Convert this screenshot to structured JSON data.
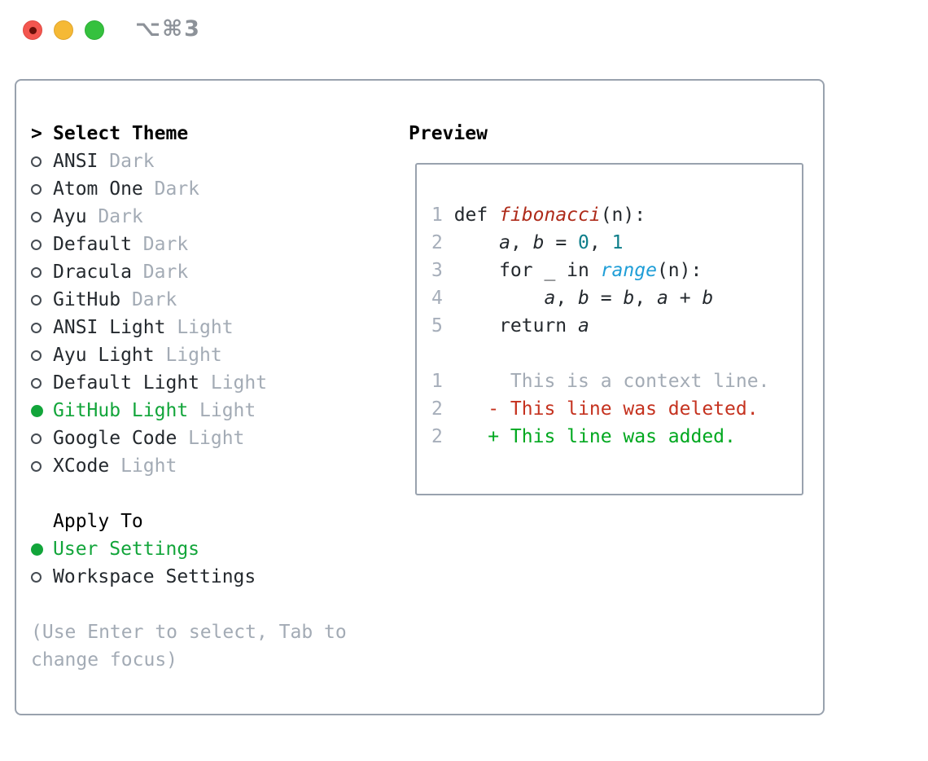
{
  "window": {
    "title": "⌥⌘3"
  },
  "colors": {
    "text_dark": "#24292e",
    "gray_muted": "#a3abb5",
    "gray_lineno": "#a6aeba",
    "border_gray": "#99a2ae",
    "title_gray": "#8d9299",
    "green_selected": "#12a53a",
    "green_added": "#00a81f",
    "red_deleted": "#c5321f",
    "red_function": "#ae2b1a",
    "teal_number": "#0d7e8a",
    "blue_call": "#1f9ed7",
    "tl_close": "#f3564f",
    "tl_close_dot": "#6a0f08",
    "tl_min": "#f5b935",
    "tl_max": "#35c13e"
  },
  "theme_panel": {
    "header": {
      "marker": ">",
      "label": "Select Theme"
    },
    "themes": [
      {
        "name": "ANSI",
        "tag": "Dark",
        "selected": false
      },
      {
        "name": "Atom One",
        "tag": "Dark",
        "selected": false
      },
      {
        "name": "Ayu",
        "tag": "Dark",
        "selected": false
      },
      {
        "name": "Default",
        "tag": "Dark",
        "selected": false
      },
      {
        "name": "Dracula",
        "tag": "Dark",
        "selected": false
      },
      {
        "name": "GitHub",
        "tag": "Dark",
        "selected": false
      },
      {
        "name": "ANSI Light",
        "tag": "Light",
        "selected": false
      },
      {
        "name": "Ayu Light",
        "tag": "Light",
        "selected": false
      },
      {
        "name": "Default Light",
        "tag": "Light",
        "selected": false
      },
      {
        "name": "GitHub Light",
        "tag": "Light",
        "selected": true
      },
      {
        "name": "Google Code",
        "tag": "Light",
        "selected": false
      },
      {
        "name": "XCode",
        "tag": "Light",
        "selected": false
      }
    ],
    "apply_to": {
      "label": "Apply To",
      "options": [
        {
          "name": "User Settings",
          "selected": true
        },
        {
          "name": "Workspace Settings",
          "selected": false
        }
      ]
    },
    "help_lines": [
      "(Use Enter to select, Tab to",
      "change focus)"
    ]
  },
  "preview": {
    "label": "Preview",
    "lines": [
      {
        "num": "1",
        "segments": [
          [
            "plain",
            "def "
          ],
          [
            "fn",
            "fibonacci"
          ],
          [
            "plain",
            "(n):"
          ]
        ]
      },
      {
        "num": "2",
        "segments": [
          [
            "plain",
            "    "
          ],
          [
            "var",
            "a"
          ],
          [
            "plain",
            ", "
          ],
          [
            "var",
            "b"
          ],
          [
            "plain",
            " = "
          ],
          [
            "num",
            "0"
          ],
          [
            "plain",
            ", "
          ],
          [
            "num",
            "1"
          ]
        ]
      },
      {
        "num": "3",
        "segments": [
          [
            "plain",
            "    for _ in "
          ],
          [
            "call",
            "range"
          ],
          [
            "plain",
            "(n):"
          ]
        ]
      },
      {
        "num": "4",
        "segments": [
          [
            "plain",
            "        "
          ],
          [
            "var",
            "a"
          ],
          [
            "plain",
            ", "
          ],
          [
            "var",
            "b"
          ],
          [
            "plain",
            " = "
          ],
          [
            "var",
            "b"
          ],
          [
            "plain",
            ", "
          ],
          [
            "var",
            "a"
          ],
          [
            "plain",
            " + "
          ],
          [
            "var",
            "b"
          ]
        ]
      },
      {
        "num": "5",
        "segments": [
          [
            "plain",
            "    return "
          ],
          [
            "var",
            "a"
          ]
        ]
      },
      {
        "num": "",
        "segments": []
      },
      {
        "num": "1",
        "segments": [
          [
            "ctx",
            "     This is a context line."
          ]
        ]
      },
      {
        "num": "2",
        "segments": [
          [
            "del",
            "   - This line was deleted."
          ]
        ]
      },
      {
        "num": "2",
        "segments": [
          [
            "add",
            "   + This line was added."
          ]
        ]
      }
    ]
  }
}
